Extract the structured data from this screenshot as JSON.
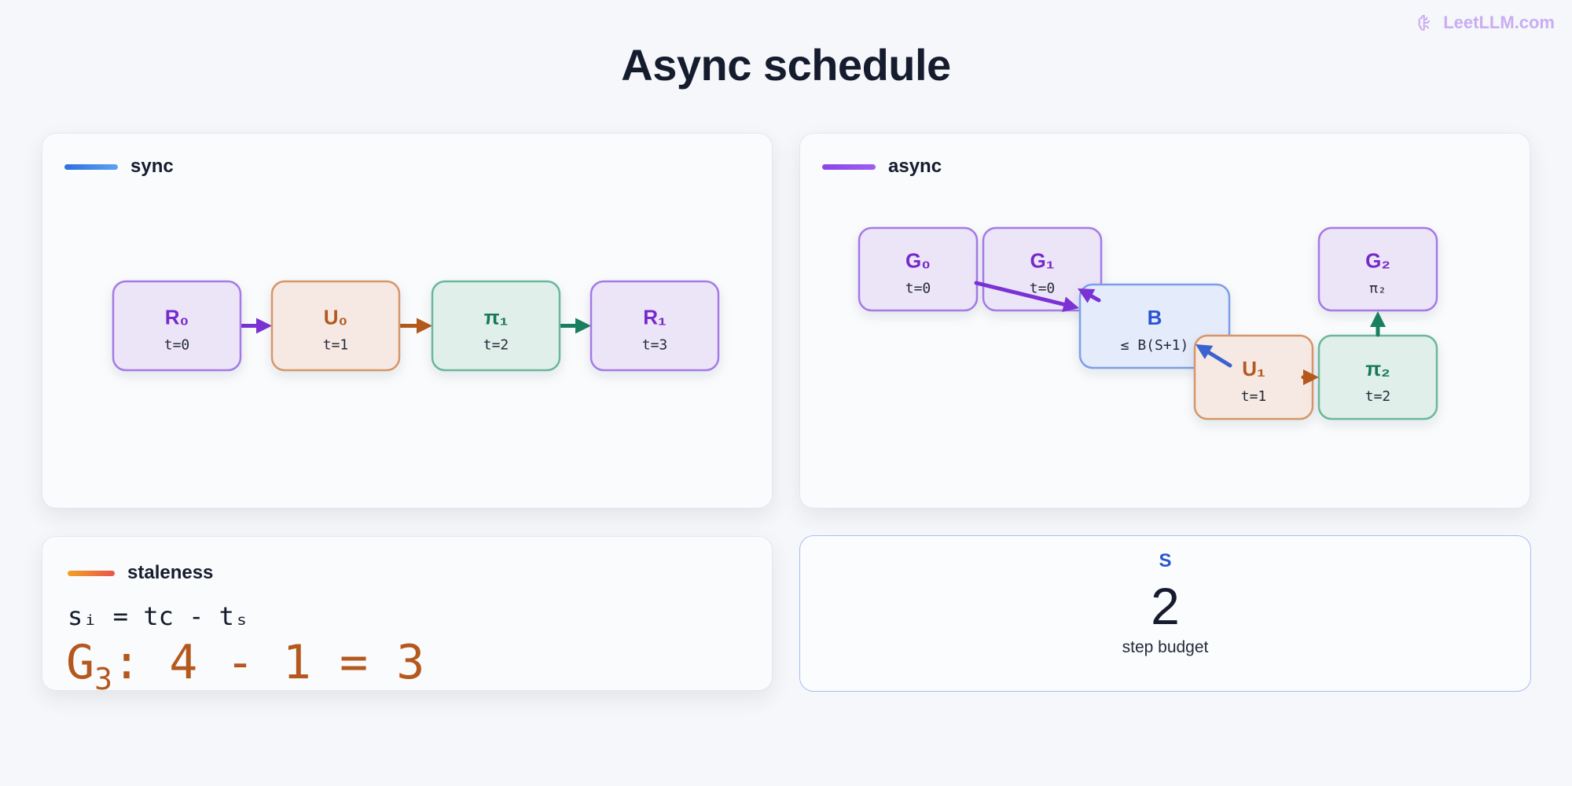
{
  "brand": {
    "text": "LeetLLM.com",
    "icon": "brain-icon",
    "color": "#c9adf2"
  },
  "title": "Async schedule",
  "colors": {
    "purple": {
      "stroke": "#a57ae6",
      "fill": "#ece5f8",
      "text": "#7629c8",
      "arrow": "#7a32d4"
    },
    "orange": {
      "stroke": "#d6966b",
      "fill": "#f6e9e3",
      "text": "#b4581d",
      "arrow": "#b4581d"
    },
    "green": {
      "stroke": "#6bb79b",
      "fill": "#e1efea",
      "text": "#15785a",
      "arrow": "#19805e"
    },
    "blue": {
      "stroke": "#7b9ee8",
      "fill": "#e4ebfb",
      "text": "#2a55d0",
      "arrow": "#3a63d0"
    }
  },
  "sync": {
    "heading": "sync",
    "nodes": [
      {
        "id": "r0",
        "label": "R₀",
        "sub": "t=0",
        "color": "purple"
      },
      {
        "id": "u0",
        "label": "U₀",
        "sub": "t=1",
        "color": "orange"
      },
      {
        "id": "pi1",
        "label": "π₁",
        "sub": "t=2",
        "color": "green"
      },
      {
        "id": "r1",
        "label": "R₁",
        "sub": "t=3",
        "color": "purple"
      }
    ],
    "edges": [
      {
        "from": "r0",
        "to": "u0",
        "color": "purple"
      },
      {
        "from": "u0",
        "to": "pi1",
        "color": "orange"
      },
      {
        "from": "pi1",
        "to": "r1",
        "color": "green"
      }
    ]
  },
  "async": {
    "heading": "async",
    "nodes": [
      {
        "id": "g0",
        "label": "G₀",
        "sub": "t=0",
        "color": "purple"
      },
      {
        "id": "g1",
        "label": "G₁",
        "sub": "t=0",
        "color": "purple"
      },
      {
        "id": "b",
        "label": "B",
        "sub": "≤ B(S+1)",
        "color": "blue"
      },
      {
        "id": "u1",
        "label": "U₁",
        "sub": "t=1",
        "color": "orange"
      },
      {
        "id": "pi2",
        "label": "π₂",
        "sub": "t=2",
        "color": "green"
      },
      {
        "id": "g2",
        "label": "G₂",
        "sub": "π₂",
        "color": "purple"
      }
    ],
    "edges": [
      {
        "from": "g0",
        "to": "b",
        "color": "purple"
      },
      {
        "from": "g1",
        "to": "b",
        "color": "purple"
      },
      {
        "from": "u1",
        "to": "b",
        "color": "blue"
      },
      {
        "from": "u1",
        "to": "pi2",
        "color": "orange"
      },
      {
        "from": "pi2",
        "to": "g2",
        "color": "green"
      }
    ]
  },
  "staleness": {
    "heading": "staleness",
    "formula": "sᵢ = tc - tₛ",
    "example_lead": "G",
    "example_sub": "3",
    "example_tail": ": 4 - 1 = 3"
  },
  "budget": {
    "label": "S",
    "value": "2",
    "caption": "step budget"
  }
}
